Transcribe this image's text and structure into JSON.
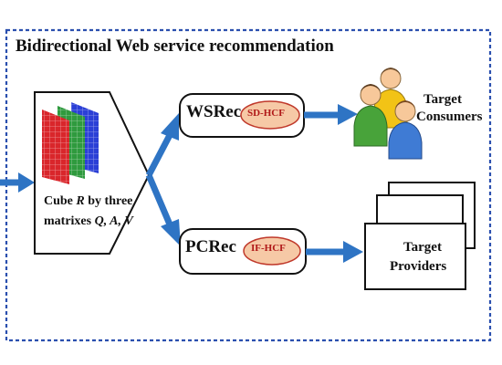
{
  "title": "Bidirectional Web service recommendation",
  "cube": {
    "line1_prefix": "Cube ",
    "line1_var": "R",
    "line1_suffix": " by three",
    "line2_prefix": "matrixes ",
    "line2_vars": "Q, A, V"
  },
  "ws_rec": {
    "label": "WSRec",
    "method": "SD-HCF"
  },
  "pc_rec": {
    "label": "PCRec",
    "method": "IF-HCF"
  },
  "target_consumers": {
    "line1": "Target",
    "line2": "Consumers"
  },
  "target_providers": {
    "line1": "Target",
    "line2": "Providers"
  },
  "colors": {
    "frame_border": "#2a4fae",
    "arrow": "#2e74c4",
    "pill_fill": "#f6c9a6",
    "pill_border": "#c0392b",
    "matrix_red": "#d9262b",
    "matrix_green": "#2f9a3e",
    "matrix_blue": "#2b3fd6"
  },
  "icons": [
    "people-icon",
    "documents-icon",
    "matrix-cube-icon"
  ]
}
